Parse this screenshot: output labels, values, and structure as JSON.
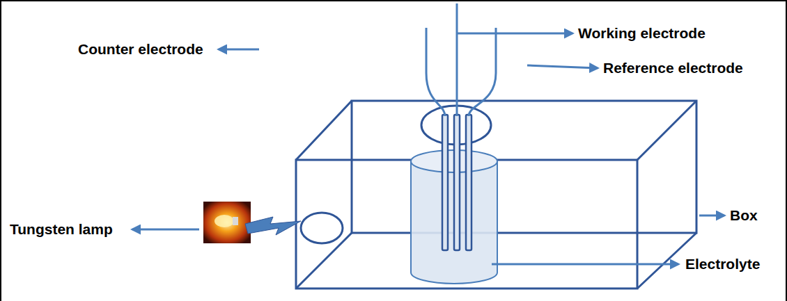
{
  "diagram": {
    "labels": [
      "Counter electrode",
      "Working electrode",
      "Reference electrode",
      "Tungsten lamp",
      "Box",
      "Electrolyte"
    ]
  }
}
